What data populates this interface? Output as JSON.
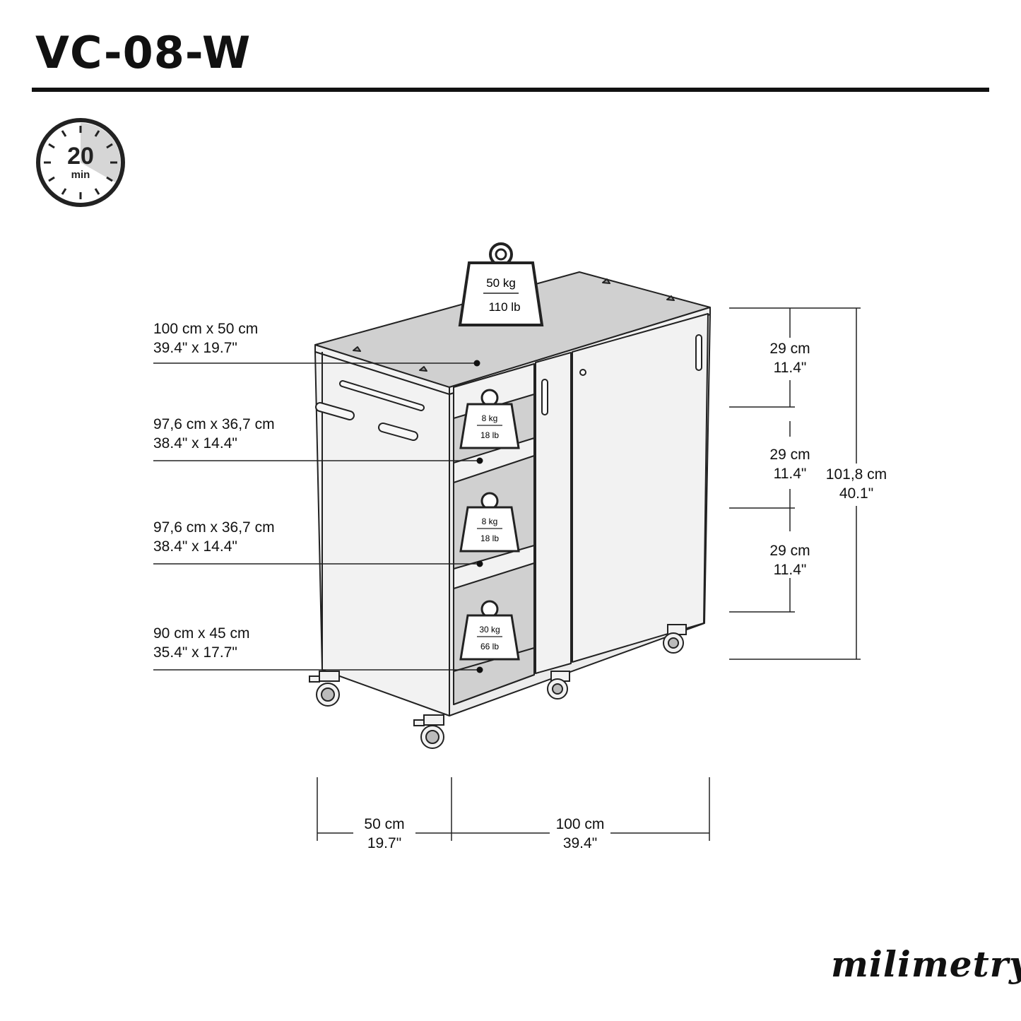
{
  "header": {
    "title": "VC-08-W"
  },
  "timer": {
    "value": "20",
    "unit": "min"
  },
  "loads": {
    "top": {
      "kg": "50 kg",
      "lb": "110 lb"
    },
    "shelf1": {
      "kg": "8 kg",
      "lb": "18 lb"
    },
    "shelf2": {
      "kg": "8 kg",
      "lb": "18 lb"
    },
    "bottom": {
      "kg": "30 kg",
      "lb": "66 lb"
    }
  },
  "surfaces": [
    {
      "cm": "100 cm x 50 cm",
      "in": "39.4\" x 19.7\""
    },
    {
      "cm": "97,6 cm x 36,7 cm",
      "in": "38.4\" x 14.4\""
    },
    {
      "cm": "97,6 cm x 36,7 cm",
      "in": "38.4\" x 14.4\""
    },
    {
      "cm": "90 cm x 45 cm",
      "in": "35.4\" x 17.7\""
    }
  ],
  "heights": {
    "sections": [
      {
        "cm": "29 cm",
        "in": "11.4\""
      },
      {
        "cm": "29 cm",
        "in": "11.4\""
      },
      {
        "cm": "29 cm",
        "in": "11.4\""
      }
    ],
    "total": {
      "cm": "101,8 cm",
      "in": "40.1\""
    }
  },
  "widths": {
    "depth": {
      "cm": "50 cm",
      "in": "19.7\""
    },
    "width": {
      "cm": "100 cm",
      "in": "39.4\""
    }
  },
  "brand": {
    "logo": "milimetry"
  }
}
